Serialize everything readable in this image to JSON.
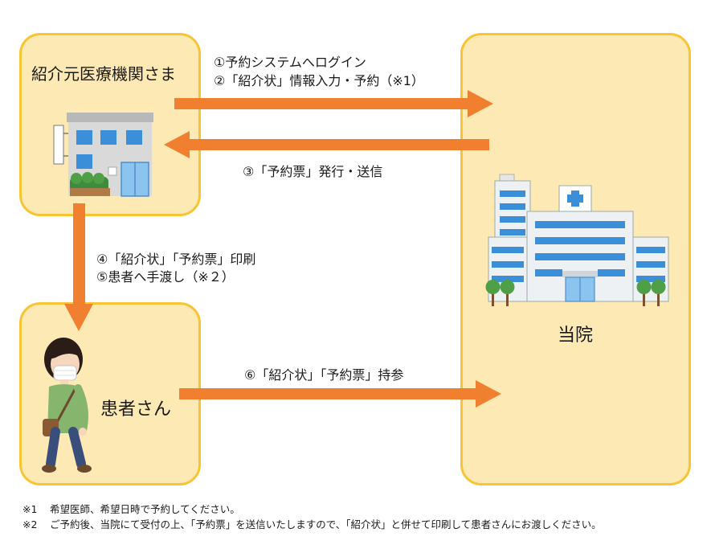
{
  "entities": {
    "referrer": "紹介元医療機関さま",
    "patient": "患者さん",
    "hospital": "当院"
  },
  "steps": [
    "①予約システムへログイン",
    "②「紹介状」情報入力・予約（※1）",
    "③「予約票」発行・送信",
    "④「紹介状」「予約票」印刷",
    "⑤患者へ手渡し（※２）",
    "⑥「紹介状」「予約票」持参"
  ],
  "notes": [
    {
      "mark": "※1",
      "text": "希望医師、希望日時で予約してください。"
    },
    {
      "mark": "※2",
      "text": "ご予約後、当院にて受付の上、「予約票」を送信いたしますので、「紹介状」と併せて印刷して患者さんにお渡しください。"
    }
  ],
  "colors": {
    "box_fill": "#fde9b4",
    "box_border": "#f7c433",
    "arrow": "#f08030"
  },
  "icons": {
    "clinic": "clinic-building-icon",
    "hospital": "hospital-building-icon",
    "patient": "masked-person-walking-icon"
  }
}
